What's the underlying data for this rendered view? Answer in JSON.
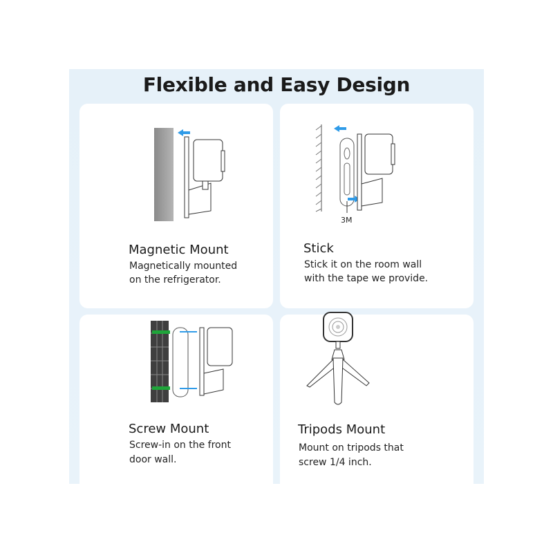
{
  "heading": "Flexible and Easy Design",
  "cards": [
    {
      "title": "Magnetic Mount",
      "desc": [
        "Magnetically mounted",
        "on the refrigerator."
      ]
    },
    {
      "title": "Stick",
      "desc": [
        "Stick it on the room wall",
        "with the tape we provide."
      ],
      "label": "3M"
    },
    {
      "title": "Screw Mount",
      "desc": [
        "Screw-in on the front",
        "door wall."
      ]
    },
    {
      "title": "Tripods Mount",
      "desc": [
        "Mount on tripods that",
        "screw 1/4 inch."
      ]
    }
  ],
  "colors": {
    "accent": "#2f9be8",
    "panel": "#e6f1f9",
    "screw_anchor": "#1fa53a"
  }
}
